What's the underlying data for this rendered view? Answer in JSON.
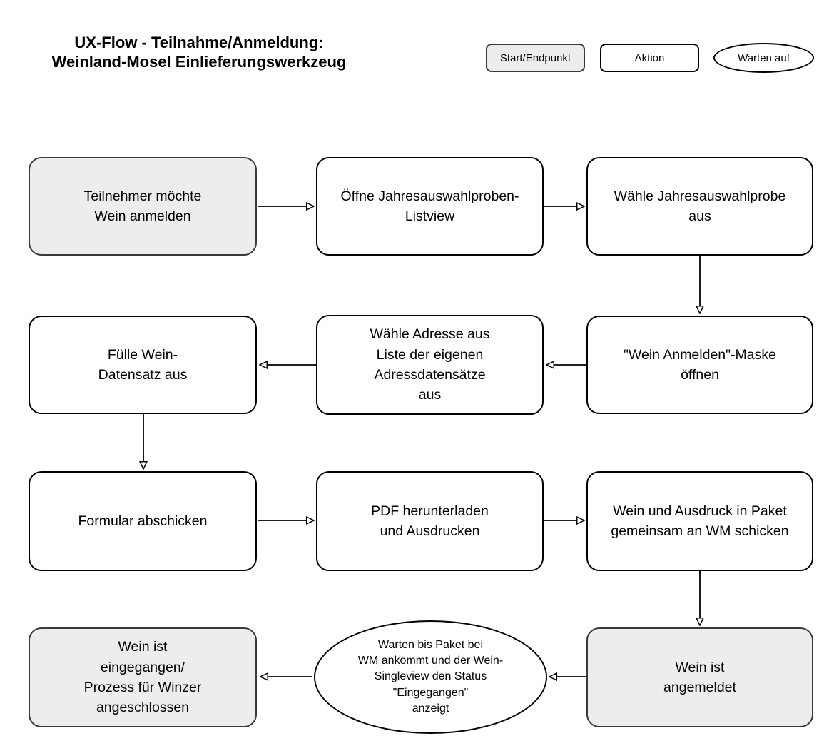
{
  "title": [
    "UX-Flow - Teilnahme/Anmeldung:",
    "Weinland-Mosel Einlieferungswerkzeug"
  ],
  "legend": {
    "start_end": "Start/Endpunkt",
    "action": "Aktion",
    "wait": "Warten auf"
  },
  "colors": {
    "start_end_fill": "#ededed",
    "start_end_border": "#3a3a3a",
    "action_fill": "#ffffff",
    "action_border": "#000000",
    "text": "#000000"
  },
  "nodes": {
    "start": [
      "Teilnehmer möchte",
      "Wein anmelden"
    ],
    "open_listview": [
      "Öffne Jahresauswahlproben-",
      "Listview"
    ],
    "choose_probe": [
      "Wähle Jahresauswahlprobe",
      "aus"
    ],
    "open_mask": [
      "\"Wein Anmelden\"-Maske",
      "öffnen"
    ],
    "choose_address": [
      "Wähle Adresse aus",
      "Liste der eigenen",
      "Adressdatensätze",
      "aus"
    ],
    "fill_record": [
      "Fülle Wein-",
      "Datensatz aus"
    ],
    "submit_form": [
      "Formular abschicken"
    ],
    "download_pdf": [
      "PDF herunterladen",
      "und Ausdrucken"
    ],
    "send_package": [
      "Wein und Ausdruck in Paket",
      "gemeinsam an WM schicken"
    ],
    "registered": [
      "Wein ist",
      "angemeldet"
    ],
    "wait_package": [
      "Warten bis Paket bei",
      "WM ankommt und der Wein-",
      "Singleview den Status",
      "\"Eingegangen\"",
      "anzeigt"
    ],
    "received": [
      "Wein ist",
      "eingegangen/",
      "Prozess für Winzer",
      "angeschlossen"
    ]
  }
}
